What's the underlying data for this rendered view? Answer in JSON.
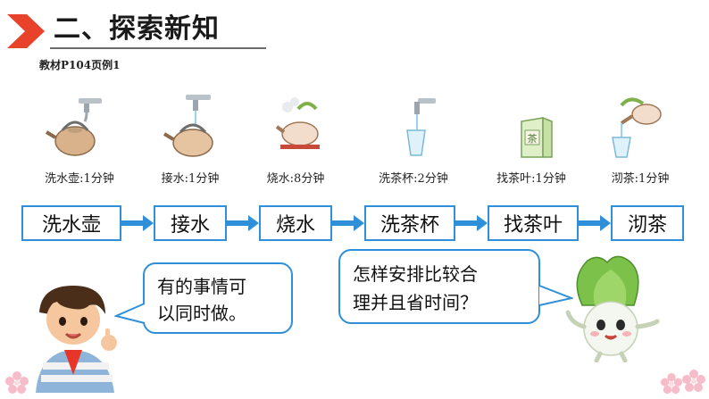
{
  "header": {
    "section_title": "二、探索新知",
    "source_note": "教材P104页例1",
    "accent_color": "#e8432a"
  },
  "steps": [
    {
      "icon": "kettle-wash-icon",
      "label": "洗水壶:1分钟"
    },
    {
      "icon": "faucet-fill-kettle-icon",
      "label": "接水:1分钟"
    },
    {
      "icon": "boiling-kettle-icon",
      "label": "烧水:8分钟"
    },
    {
      "icon": "faucet-cup-icon",
      "label": "洗茶杯:2分钟"
    },
    {
      "icon": "tea-box-icon",
      "label": "找茶叶:1分钟"
    },
    {
      "icon": "pour-tea-icon",
      "label": "沏茶:1分钟"
    }
  ],
  "flow": [
    {
      "label": "洗水壶"
    },
    {
      "label": "接水"
    },
    {
      "label": "烧水"
    },
    {
      "label": "洗茶杯"
    },
    {
      "label": "找茶叶"
    },
    {
      "label": "沏茶"
    }
  ],
  "dialogue": {
    "boy_lines": [
      "有的事情可",
      "以同时做。"
    ],
    "cabbage_lines": [
      "怎样安排比较合",
      "理并且省时间？"
    ]
  },
  "colors": {
    "box_border": "#2f8fd8",
    "arrow": "#2f8fd8",
    "flower": "#f6bcc9"
  }
}
